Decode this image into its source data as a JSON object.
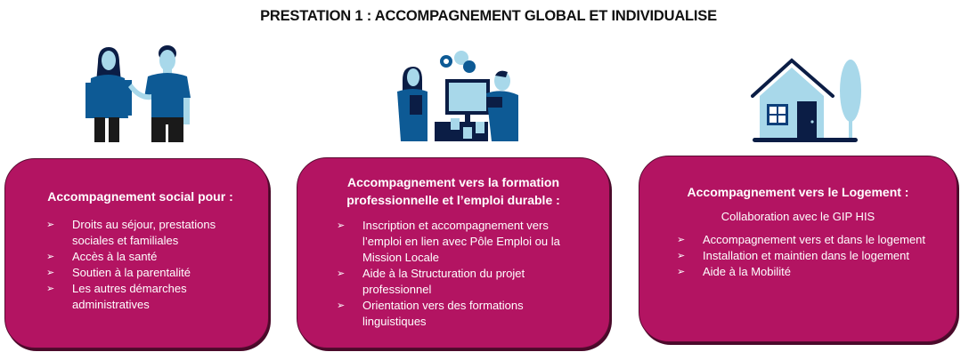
{
  "title": "PRESTATION 1 : ACCOMPAGNEMENT GLOBAL ET INDIVIDUALISE",
  "colors": {
    "box_fill": "#b31462",
    "box_shadow": "#4a0a2a",
    "icon_dark_blue": "#0b1d45",
    "icon_mid_blue": "#0d5a95",
    "icon_light_blue": "#a8d8ea"
  },
  "bullet_glyph": "➢",
  "panels": [
    {
      "icon": "couple-people-icon",
      "heading": "Accompagnement social pour :",
      "subheading": "",
      "items": [
        "Droits au séjour, prestations sociales et familiales",
        "Accès à la santé",
        "Soutien à la parentalité",
        "Les autres démarches administratives"
      ]
    },
    {
      "icon": "workplace-training-icon",
      "heading": "Accompagnement vers la formation professionnelle et l’emploi durable :",
      "subheading": "",
      "items": [
        "Inscription et accompagnement vers l’emploi en lien avec Pôle Emploi ou la Mission Locale",
        "Aide à la Structuration du projet professionnel",
        "Orientation vers des formations linguistiques"
      ]
    },
    {
      "icon": "house-icon",
      "heading": "Accompagnement vers le Logement :",
      "subheading": "Collaboration avec le GIP HIS",
      "items": [
        "Accompagnement vers et dans le logement",
        "Installation et maintien dans le logement",
        "Aide à la Mobilité"
      ]
    }
  ]
}
